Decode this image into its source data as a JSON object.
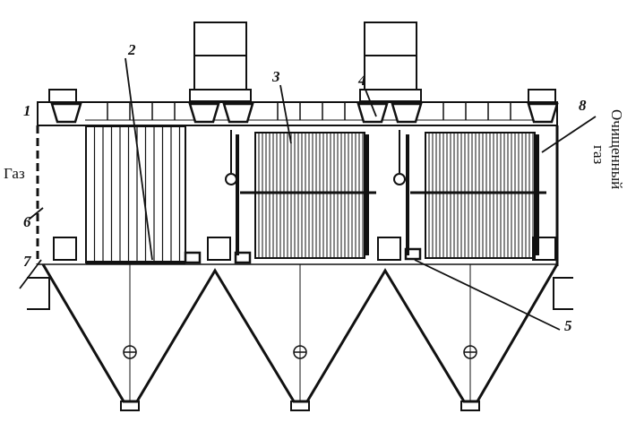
{
  "labels": {
    "n1": "1",
    "n2": "2",
    "n3": "3",
    "n4": "4",
    "n5": "5",
    "n6": "6",
    "n7": "7",
    "n8": "8"
  },
  "inlet_label": "Газ",
  "outlet_label_line1": "Очищенный",
  "outlet_label_line2": "газ"
}
